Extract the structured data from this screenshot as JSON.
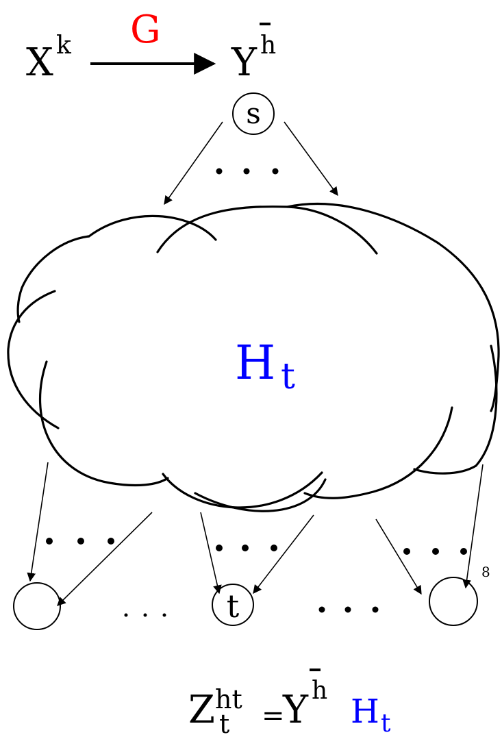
{
  "top_mapping": {
    "source_base": "X",
    "source_sup": "k",
    "map_label": "G",
    "target_base": "Y",
    "target_sup": "h"
  },
  "source_node": {
    "label": "s"
  },
  "cloud": {
    "label_base": "H",
    "label_sub": "t"
  },
  "bottom_row": {
    "left_dots": "· · ·",
    "center_dots": "· · ·",
    "right_dots": "· · ·",
    "center_node": "t",
    "between_left": "· · ·",
    "between_right": "· · ·",
    "page_number": "8"
  },
  "equation": {
    "lhs_base": "Z",
    "lhs_sup": "ht",
    "lhs_sub": "t",
    "equals": "=",
    "rhs_base": "Y",
    "rhs_sup": "h",
    "rhs_tail_base": "H",
    "rhs_tail_sub": "t"
  },
  "colors": {
    "red": "#ff0000",
    "blue": "#0000ff",
    "ink": "#000000"
  }
}
